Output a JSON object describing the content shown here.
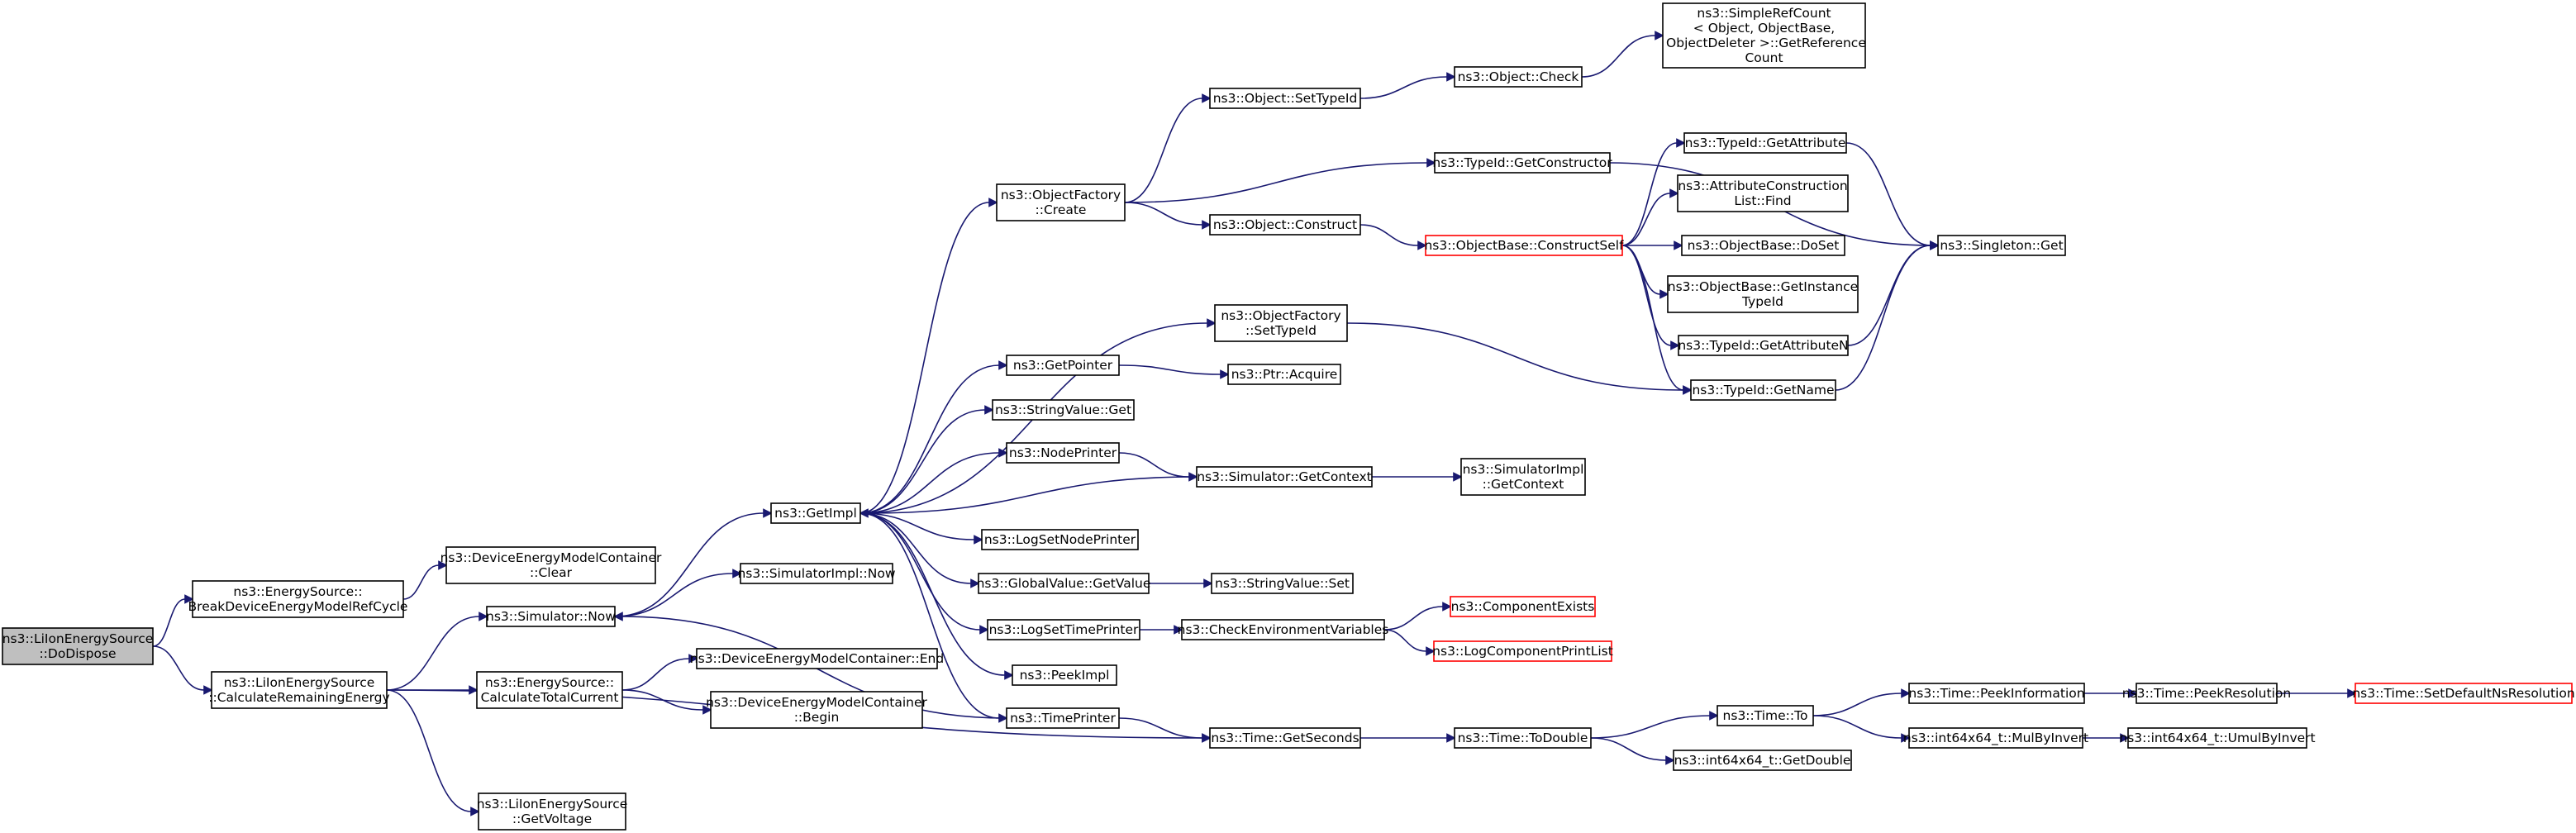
{
  "nodes": [
    {
      "id": "n0",
      "lines": [
        "ns3::LiIonEnergySource",
        "::DoDispose"
      ],
      "root": true
    },
    {
      "id": "n1",
      "lines": [
        "ns3::EnergySource::",
        "BreakDeviceEnergyModelRefCycle"
      ]
    },
    {
      "id": "n2",
      "lines": [
        "ns3::LiIonEnergySource",
        "::CalculateRemainingEnergy"
      ]
    },
    {
      "id": "n3",
      "lines": [
        "ns3::DeviceEnergyModelContainer",
        "::Clear"
      ]
    },
    {
      "id": "n4",
      "lines": [
        "ns3::Simulator::Now"
      ]
    },
    {
      "id": "n5",
      "lines": [
        "ns3::EnergySource::",
        "CalculateTotalCurrent"
      ]
    },
    {
      "id": "n6",
      "lines": [
        "ns3::LiIonEnergySource",
        "::GetVoltage"
      ]
    },
    {
      "id": "n7",
      "lines": [
        "ns3::Time::GetSeconds"
      ]
    },
    {
      "id": "n8",
      "lines": [
        "ns3::GetImpl"
      ]
    },
    {
      "id": "n9",
      "lines": [
        "ns3::SimulatorImpl::Now"
      ]
    },
    {
      "id": "n10",
      "lines": [
        "ns3::DeviceEnergyModelContainer::End"
      ]
    },
    {
      "id": "n11",
      "lines": [
        "ns3::DeviceEnergyModelContainer",
        "::Begin"
      ]
    },
    {
      "id": "n12",
      "lines": [
        "ns3::ObjectFactory",
        "::Create"
      ]
    },
    {
      "id": "n13",
      "lines": [
        "ns3::ObjectFactory",
        "::SetTypeId"
      ]
    },
    {
      "id": "n14",
      "lines": [
        "ns3::GetPointer"
      ]
    },
    {
      "id": "n15",
      "lines": [
        "ns3::StringValue::Get"
      ]
    },
    {
      "id": "n16",
      "lines": [
        "ns3::NodePrinter"
      ]
    },
    {
      "id": "n17",
      "lines": [
        "ns3::LogSetNodePrinter"
      ]
    },
    {
      "id": "n18",
      "lines": [
        "ns3::GlobalValue::GetValue"
      ]
    },
    {
      "id": "n19",
      "lines": [
        "ns3::LogSetTimePrinter"
      ]
    },
    {
      "id": "n20",
      "lines": [
        "ns3::PeekImpl"
      ]
    },
    {
      "id": "n21",
      "lines": [
        "ns3::TimePrinter"
      ]
    },
    {
      "id": "n22",
      "lines": [
        "ns3::Object::SetTypeId"
      ]
    },
    {
      "id": "n23",
      "lines": [
        "ns3::Object::Check"
      ]
    },
    {
      "id": "n24",
      "lines": [
        "ns3::SimpleRefCount",
        "< Object, ObjectBase,",
        " ObjectDeleter >::GetReference",
        "Count"
      ]
    },
    {
      "id": "n25",
      "lines": [
        "ns3::TypeId::GetConstructor"
      ]
    },
    {
      "id": "n26",
      "lines": [
        "ns3::Object::Construct"
      ]
    },
    {
      "id": "n27",
      "lines": [
        "ns3::ObjectBase::ConstructSelf"
      ],
      "red": true
    },
    {
      "id": "n28",
      "lines": [
        "ns3::TypeId::GetAttribute"
      ]
    },
    {
      "id": "n29",
      "lines": [
        "ns3::AttributeConstruction",
        "List::Find"
      ]
    },
    {
      "id": "n30",
      "lines": [
        "ns3::ObjectBase::DoSet"
      ]
    },
    {
      "id": "n31",
      "lines": [
        "ns3::ObjectBase::GetInstance",
        "TypeId"
      ]
    },
    {
      "id": "n32",
      "lines": [
        "ns3::TypeId::GetAttributeN"
      ]
    },
    {
      "id": "n33",
      "lines": [
        "ns3::TypeId::GetName"
      ]
    },
    {
      "id": "n34",
      "lines": [
        "ns3::Singleton::Get"
      ]
    },
    {
      "id": "n35",
      "lines": [
        "ns3::Ptr::Acquire"
      ]
    },
    {
      "id": "n36",
      "lines": [
        "ns3::Simulator::GetContext"
      ]
    },
    {
      "id": "n37",
      "lines": [
        "ns3::SimulatorImpl",
        "::GetContext"
      ]
    },
    {
      "id": "n38",
      "lines": [
        "ns3::StringValue::Set"
      ]
    },
    {
      "id": "n39",
      "lines": [
        "ns3::CheckEnvironmentVariables"
      ]
    },
    {
      "id": "n40",
      "lines": [
        "ns3::ComponentExists"
      ],
      "red": true
    },
    {
      "id": "n41",
      "lines": [
        "ns3::LogComponentPrintList"
      ],
      "red": true
    },
    {
      "id": "n42",
      "lines": [
        "ns3::Time::ToDouble"
      ]
    },
    {
      "id": "n43",
      "lines": [
        "ns3::Time::To"
      ]
    },
    {
      "id": "n44",
      "lines": [
        "ns3::int64x64_t::GetDouble"
      ]
    },
    {
      "id": "n45",
      "lines": [
        "ns3::Time::PeekInformation"
      ]
    },
    {
      "id": "n46",
      "lines": [
        "ns3::int64x64_t::MulByInvert"
      ]
    },
    {
      "id": "n47",
      "lines": [
        "ns3::Time::PeekResolution"
      ]
    },
    {
      "id": "n48",
      "lines": [
        "ns3::int64x64_t::UmulByInvert"
      ]
    },
    {
      "id": "n49",
      "lines": [
        "ns3::Time::SetDefaultNsResolution"
      ],
      "red": true
    }
  ],
  "edges": [
    [
      "n0",
      "n1"
    ],
    [
      "n0",
      "n2"
    ],
    [
      "n1",
      "n3"
    ],
    [
      "n2",
      "n4"
    ],
    [
      "n2",
      "n5"
    ],
    [
      "n2",
      "n6"
    ],
    [
      "n2",
      "n7"
    ],
    [
      "n4",
      "n8"
    ],
    [
      "n4",
      "n9"
    ],
    [
      "n5",
      "n10"
    ],
    [
      "n5",
      "n11"
    ],
    [
      "n8",
      "n12"
    ],
    [
      "n8",
      "n13"
    ],
    [
      "n8",
      "n14"
    ],
    [
      "n8",
      "n15"
    ],
    [
      "n8",
      "n16"
    ],
    [
      "n8",
      "n17"
    ],
    [
      "n8",
      "n18"
    ],
    [
      "n8",
      "n19"
    ],
    [
      "n8",
      "n20"
    ],
    [
      "n8",
      "n21"
    ],
    [
      "n12",
      "n22"
    ],
    [
      "n12",
      "n25"
    ],
    [
      "n12",
      "n26"
    ],
    [
      "n22",
      "n23"
    ],
    [
      "n23",
      "n24"
    ],
    [
      "n25",
      "n34"
    ],
    [
      "n26",
      "n27"
    ],
    [
      "n27",
      "n28"
    ],
    [
      "n27",
      "n29"
    ],
    [
      "n27",
      "n30"
    ],
    [
      "n27",
      "n31"
    ],
    [
      "n27",
      "n32"
    ],
    [
      "n27",
      "n33"
    ],
    [
      "n28",
      "n34"
    ],
    [
      "n32",
      "n34"
    ],
    [
      "n33",
      "n34"
    ],
    [
      "n13",
      "n33"
    ],
    [
      "n14",
      "n35"
    ],
    [
      "n16",
      "n36"
    ],
    [
      "n36",
      "n8"
    ],
    [
      "n36",
      "n37"
    ],
    [
      "n18",
      "n38"
    ],
    [
      "n19",
      "n39"
    ],
    [
      "n39",
      "n40"
    ],
    [
      "n39",
      "n41"
    ],
    [
      "n21",
      "n4"
    ],
    [
      "n21",
      "n7"
    ],
    [
      "n7",
      "n42"
    ],
    [
      "n42",
      "n43"
    ],
    [
      "n42",
      "n44"
    ],
    [
      "n43",
      "n45"
    ],
    [
      "n43",
      "n46"
    ],
    [
      "n45",
      "n47"
    ],
    [
      "n47",
      "n49"
    ],
    [
      "n46",
      "n48"
    ]
  ]
}
